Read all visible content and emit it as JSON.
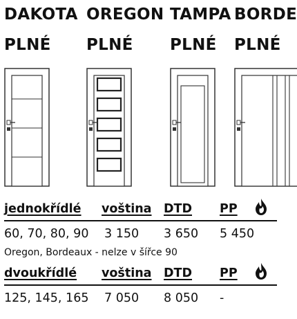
{
  "products": [
    {
      "name": "DAKOTA",
      "subtitle": "PLNÉ",
      "style": "horizontal-grooves"
    },
    {
      "name": "OREGON",
      "subtitle": "PLNÉ",
      "style": "five-panels"
    },
    {
      "name": "TAMPA",
      "subtitle": "PLNÉ",
      "style": "single-frame"
    },
    {
      "name": "BORDE",
      "subtitle": "PLNÉ",
      "style": "vertical-strips"
    }
  ],
  "single_table": {
    "headers": [
      "jednokřídlé",
      "voština",
      "DTD",
      "PP"
    ],
    "row": [
      "60, 70, 80, 90",
      "3 150",
      "3 650",
      "5 450"
    ],
    "icon": "fire-icon"
  },
  "note": "Oregon, Bordeaux - nelze v šířce 90",
  "double_table": {
    "headers": [
      "dvoukřídlé",
      "voština",
      "DTD",
      "PP"
    ],
    "row": [
      "125, 145, 165",
      "7 050",
      "8 050",
      "-"
    ],
    "icon": "fire-icon"
  },
  "colors": {
    "text": "#111111",
    "door_outline": "#333333",
    "background": "#ffffff"
  }
}
